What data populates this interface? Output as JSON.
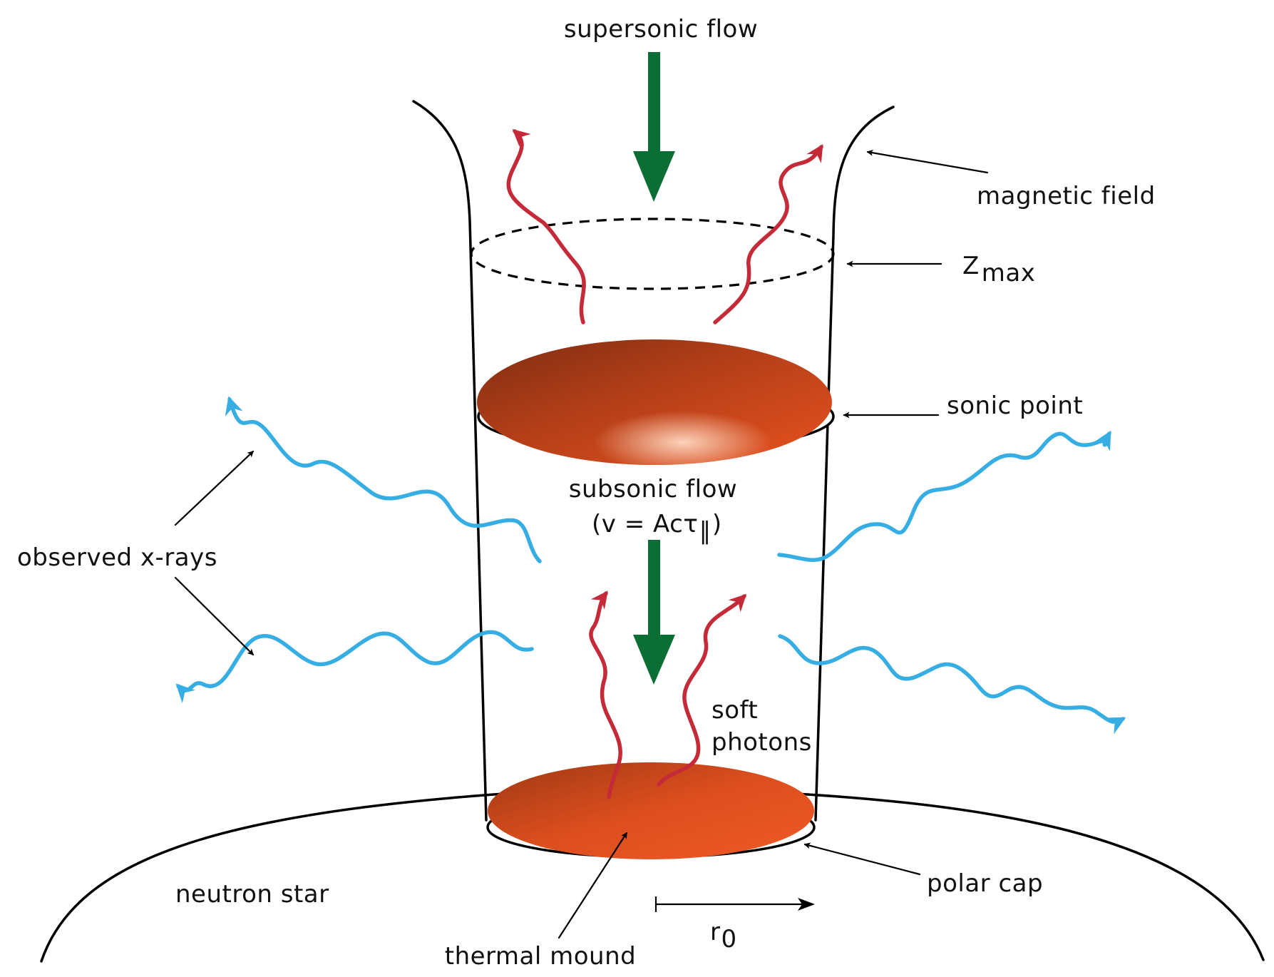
{
  "labels": {
    "supersonic_flow": "supersonic flow",
    "magnetic_field": "magnetic field",
    "z_max_main": "Z",
    "z_max_sub": "max",
    "sonic_point": "sonic point",
    "subsonic_flow": "subsonic flow",
    "velocity_prefix": "(v = Acτ",
    "velocity_sub": "∥",
    "velocity_suffix": ")",
    "observed_xrays": "observed x-rays",
    "soft_photons_line1": "soft",
    "soft_photons_line2": "photons",
    "neutron_star": "neutron star",
    "polar_cap": "polar cap",
    "r0_main": "r",
    "r0_sub": "0",
    "thermal_mound": "thermal mound"
  },
  "colors": {
    "flow_arrow": "#0b6e35",
    "soft_photon": "#c42a37",
    "xray": "#36aee3",
    "disk_dark": "#7e2d12",
    "disk_mid": "#c0451d",
    "disk_light": "#ee5a26",
    "outline": "#000000"
  },
  "icons": {
    "flow_arrows": "down-arrow-icon",
    "photons": "wavy-arrow-icon"
  }
}
